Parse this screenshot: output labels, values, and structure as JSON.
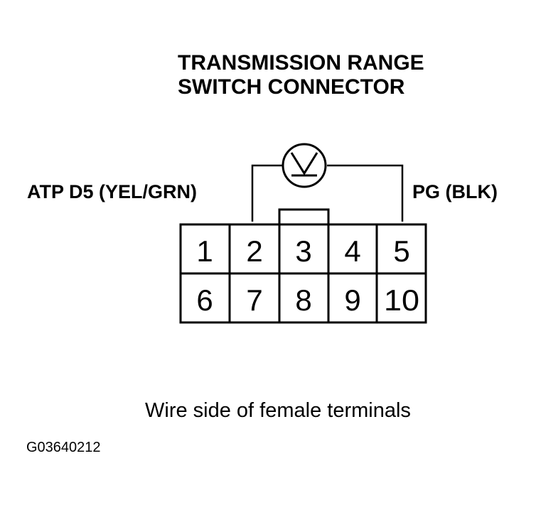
{
  "title": {
    "line1": "TRANSMISSION RANGE",
    "line2": "SWITCH CONNECTOR"
  },
  "labels": {
    "left_wire": "ATP D5 (YEL/GRN)",
    "right_wire": "PG (BLK)"
  },
  "meter": {
    "symbol": "V",
    "icon": "voltmeter-icon"
  },
  "connector": {
    "top_row": [
      "1",
      "2",
      "3",
      "4",
      "5"
    ],
    "bottom_row": [
      "6",
      "7",
      "8",
      "9",
      "10"
    ]
  },
  "caption": "Wire side of female terminals",
  "figure_id": "G03640212"
}
